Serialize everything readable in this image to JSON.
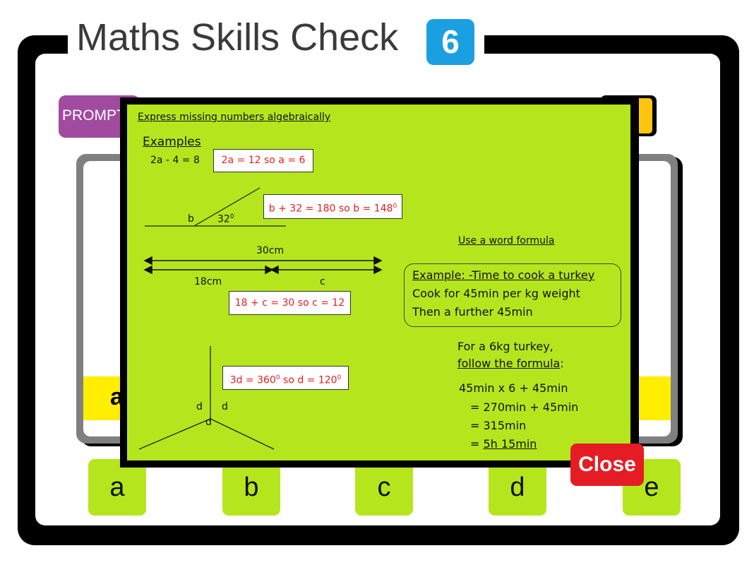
{
  "header": {
    "title": "Maths Skills Check",
    "level": "6"
  },
  "toolbar": {
    "prompt_label": "PROMPT"
  },
  "question": {
    "hidden_letter": "a"
  },
  "answers": [
    "a",
    "b",
    "c",
    "d",
    "e"
  ],
  "modal": {
    "heading": "Express missing numbers algebraically",
    "examples_label": "Examples",
    "ex1_equation": "2a - 4 = 8",
    "ex1_solution": "2a = 12  so a = 6",
    "ex2_label_b": "b",
    "ex2_label_angle": "32",
    "ex2_solution_pre": "b + 32 = 180 so b = 148",
    "ex3_total": "30cm",
    "ex3_part": "18cm",
    "ex3_unknown": "c",
    "ex3_solution": "18 + c = 30 so c = 12",
    "ex4_solution_pre": "3d = 360",
    "ex4_solution_mid": " so d = 120",
    "ex4_label": "d",
    "degree_sup": "0",
    "word_formula_label": "Use a word formula",
    "word_example_title": "Example: -Time to cook a turkey",
    "word_example_line1": "Cook for 45min per kg weight",
    "word_example_line2": "Then a further 45min",
    "turkey_line1": "For a 6kg turkey,",
    "turkey_line2": "follow the formula",
    "turkey_colon": ":",
    "calc": [
      "45min x 6 + 45min",
      "= 270min + 45min",
      "= 315min",
      "= "
    ],
    "calc_answer": "5h 15min",
    "close_label": "Close"
  },
  "colors": {
    "accent_green": "#b5e61d",
    "close_red": "#e51c24",
    "badge_blue": "#1aa0e0",
    "prompt_purple": "#a04ba0"
  }
}
